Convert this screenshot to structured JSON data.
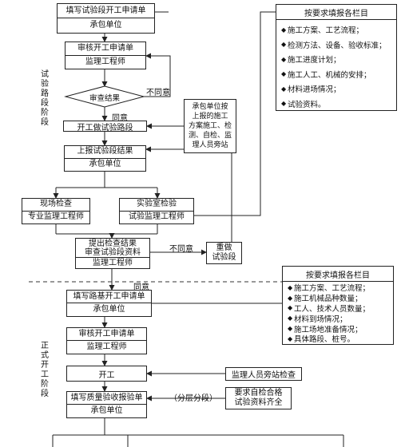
{
  "trial_phase_label": "试验路段阶段",
  "formal_phase_label": "正式开工阶段",
  "trial": {
    "apply": {
      "title": "填写试验段开工申请单",
      "actor": "承包单位"
    },
    "review": {
      "title": "审核开工申请单",
      "actor": "监理工程师"
    },
    "decision": "审查结果",
    "reject_label": "不同意",
    "agree_label": "同意",
    "start": "开工做试验路段",
    "report": {
      "title": "上报试验段结果",
      "actor": "承包单位"
    },
    "field_check": {
      "title": "现场检查",
      "actor": "专业监理工程师"
    },
    "lab_check": {
      "title": "实验室检验",
      "actor": "试验监理工程师"
    },
    "conclusion": {
      "title": "提出检查结果\n审查试验段资料",
      "actor": "监理工程师"
    },
    "reject2_label": "不同意",
    "redo": "重做\n试验段",
    "side_note": "承包单位按\n上报的施工\n方案施工、检\n测、自检、监\n理人员旁站"
  },
  "trial_list": {
    "header": "按要求填报各栏目",
    "items": [
      "施工方案、工艺流程；",
      "检测方法、设备、验收标准；",
      "施工进度计划；",
      "施工人工、机械的安排；",
      "材料进场情况；",
      "试验资料。"
    ]
  },
  "formal": {
    "agree_label": "同意",
    "apply": {
      "title": "填写路基开工申请单",
      "actor": "承包单位"
    },
    "review": {
      "title": "审核开工申请单",
      "actor": "监理工程师"
    },
    "start": "开工",
    "supervise": "监理人员旁站检查",
    "acceptance": {
      "title": "填写质量验收报验单",
      "actor": "承包单位"
    },
    "layered_label": "（分层分段）",
    "self_check": "要求自检合格\n试验资料齐全"
  },
  "formal_list": {
    "header": "按要求填报各栏目",
    "items": [
      "施工方案、工艺流程；",
      "施工机械品种数量；",
      "工人、技术人员数量；",
      "材料到场情况；",
      "施工场地准备情况；",
      "具体路段、桩号。"
    ]
  },
  "colors": {
    "line": "#222222",
    "dash": "#333333",
    "background": "#ffffff"
  },
  "icons": {
    "bullet": "bullet-icon",
    "arrow": "arrowhead-icon"
  }
}
